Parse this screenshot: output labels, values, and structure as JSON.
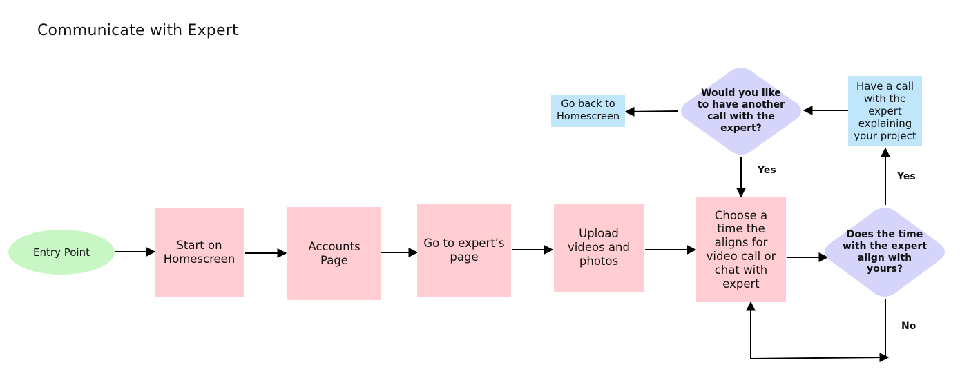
{
  "title": "Communicate with Expert",
  "colors": {
    "step_fill": "#ffcdd2",
    "entry_fill": "#c8f7c5",
    "note_fill": "#bfe6fb",
    "decision_fill": "#d5d5fb",
    "line": "#000000"
  },
  "nodes": {
    "entry": "Entry Point",
    "start_homescreen": "Start on\nHomescreen",
    "accounts_page": "Accounts\nPage",
    "expert_page": "Go to expert’s\npage",
    "upload": "Upload\nvideos and\nphotos",
    "choose_time": "Choose a\ntime the\naligns for\nvideo call or\nchat with\nexpert",
    "decision_align": "Does the time\nwith the expert\nalign with\nyours?",
    "have_call": "Have a call\nwith the\nexpert\nexplaining\nyour project",
    "decision_another": "Would you like\nto have another\ncall with the\nexpert?",
    "back_homescreen": "Go back to\nHomescreen"
  },
  "edge_labels": {
    "another_yes": "Yes",
    "align_yes": "Yes",
    "align_no": "No"
  }
}
